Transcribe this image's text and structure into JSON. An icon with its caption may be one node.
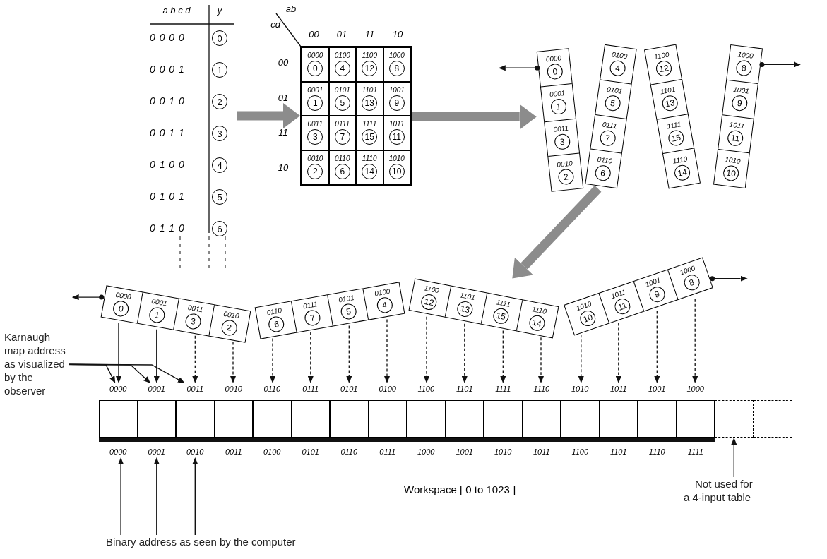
{
  "diagram": {
    "nodes": [
      {
        "text": [],
        "shape": "table"
      },
      {
        "text": [],
        "shape": "box"
      },
      {
        "text": [
          "0000",
          "0"
        ],
        "in": 1
      },
      {
        "text": [
          "0100",
          "4"
        ],
        "in": 1
      },
      {
        "text": [
          "1100",
          "12"
        ],
        "in": 1
      },
      {
        "text": [
          "1000",
          "8"
        ],
        "in": 1
      },
      {
        "text": [
          "0001",
          "1"
        ],
        "in": 1
      },
      {
        "text": [
          "0101",
          "5"
        ],
        "in": 1
      },
      {
        "text": [
          "1101",
          "13"
        ],
        "in": 1
      },
      {
        "text": [
          "1001",
          "9"
        ],
        "in": 1
      },
      {
        "text": [
          "0011",
          "3"
        ],
        "in": 1
      },
      {
        "text": [
          "0111",
          "7"
        ],
        "in": 1
      },
      {
        "text": [
          "1111",
          "15"
        ],
        "in": 1
      },
      {
        "text": [
          "1011",
          "11"
        ],
        "in": 1
      },
      {
        "text": [
          "0010",
          "2"
        ],
        "in": 1
      },
      {
        "text": [
          "0110",
          "6"
        ],
        "in": 1
      },
      {
        "text": [
          "1110",
          "14"
        ],
        "in": 1
      },
      {
        "text": [
          "1010",
          "10"
        ],
        "in": 1
      },
      {
        "text": [],
        "shape": "box"
      },
      {
        "text": [
          "0000",
          "0"
        ],
        "in": 18
      },
      {
        "text": [
          "0001",
          "1"
        ],
        "in": 18
      },
      {
        "text": [
          "0011",
          "3"
        ],
        "in": 18
      },
      {
        "text": [
          "0010",
          "2"
        ],
        "in": 18
      },
      {
        "text": [],
        "shape": "box"
      },
      {
        "text": [
          "0100",
          "4"
        ],
        "in": 23
      },
      {
        "text": [
          "0101",
          "5"
        ],
        "in": 23
      },
      {
        "text": [
          "0111",
          "7"
        ],
        "in": 23
      },
      {
        "text": [
          "0110",
          "6"
        ],
        "in": 23
      },
      {
        "text": [],
        "shape": "box"
      },
      {
        "text": [
          "1100",
          "12"
        ],
        "in": 28
      },
      {
        "text": [
          "1101",
          "13"
        ],
        "in": 28
      },
      {
        "text": [
          "1111",
          "15"
        ],
        "in": 28
      },
      {
        "text": [
          "1110",
          "14"
        ],
        "in": 28
      },
      {
        "text": [],
        "shape": "box"
      },
      {
        "text": [
          "1000",
          "8"
        ],
        "in": 33
      },
      {
        "text": [
          "1001",
          "9"
        ],
        "in": 33
      },
      {
        "text": [
          "1011",
          "11"
        ],
        "in": 33
      },
      {
        "text": [
          "1010",
          "10"
        ],
        "in": 33
      },
      {
        "text": [],
        "shape": "box"
      },
      {
        "text": [
          "0000",
          "0"
        ],
        "in": 38
      },
      {
        "text": [
          "0001",
          "1"
        ],
        "in": 38
      },
      {
        "text": [
          "0011",
          "3"
        ],
        "in": 38
      },
      {
        "text": [
          "0010",
          "2"
        ],
        "in": 38
      },
      {
        "text": [],
        "shape": "box"
      },
      {
        "text": [
          "0110",
          "6"
        ],
        "in": 43
      },
      {
        "text": [
          "0111",
          "7"
        ],
        "in": 43
      },
      {
        "text": [
          "0101",
          "5"
        ],
        "in": 43
      },
      {
        "text": [
          "0100",
          "4"
        ],
        "in": 43
      },
      {
        "text": [],
        "shape": "box"
      },
      {
        "text": [
          "1100",
          "12"
        ],
        "in": 48
      },
      {
        "text": [
          "1101",
          "13"
        ],
        "in": 48
      },
      {
        "text": [
          "1111",
          "15"
        ],
        "in": 48
      },
      {
        "text": [
          "1110",
          "14"
        ],
        "in": 48
      },
      {
        "text": [],
        "shape": "box"
      },
      {
        "text": [
          "1010",
          "10"
        ],
        "in": 53
      },
      {
        "text": [
          "1011",
          "11"
        ],
        "in": 53
      },
      {
        "text": [
          "1001",
          "9"
        ],
        "in": 53
      },
      {
        "text": [
          "1000",
          "8"
        ],
        "in": 53
      },
      {
        "text": [
          "Karnaugh map address as visualized by the observer"
        ]
      },
      {
        "text": [
          "0000"
        ]
      },
      {
        "text": [
          "0001"
        ]
      },
      {
        "text": [
          "0011"
        ]
      },
      {
        "text": [
          "0010"
        ]
      },
      {
        "text": [
          "0110"
        ]
      },
      {
        "text": [
          "0111"
        ]
      },
      {
        "text": [
          "0101"
        ]
      },
      {
        "text": [
          "0100"
        ]
      },
      {
        "text": [
          "1100"
        ]
      },
      {
        "text": [
          "1101"
        ]
      },
      {
        "text": [
          "1111"
        ]
      },
      {
        "text": [
          "1110"
        ]
      },
      {
        "text": [
          "1010"
        ]
      },
      {
        "text": [
          "1011"
        ]
      },
      {
        "text": [
          "1001"
        ]
      },
      {
        "text": [
          "1000"
        ]
      },
      {
        "text": [],
        "shape": "box"
      },
      {
        "text": [],
        "shape": "box"
      },
      {
        "text": [],
        "shape": "box"
      },
      {
        "text": [],
        "shape": "box"
      },
      {
        "text": [],
        "shape": "box"
      },
      {
        "text": [],
        "shape": "box"
      },
      {
        "text": [],
        "shape": "box"
      },
      {
        "text": [],
        "shape": "box"
      },
      {
        "text": [],
        "shape": "box"
      },
      {
        "text": [],
        "shape": "box"
      },
      {
        "text": [],
        "shape": "box"
      },
      {
        "text": [],
        "shape": "box"
      },
      {
        "text": [],
        "shape": "box"
      },
      {
        "text": [],
        "shape": "box"
      },
      {
        "text": [],
        "shape": "box"
      },
      {
        "text": [],
        "shape": "box"
      },
      {
        "text": [],
        "shape": "box"
      },
      {
        "text": [],
        "shape": "box"
      },
      {
        "text": [
          "0000"
        ]
      },
      {
        "text": [
          "0001"
        ]
      },
      {
        "text": [
          "0010"
        ]
      },
      {
        "text": [
          "0011"
        ]
      },
      {
        "text": [
          "0100"
        ]
      },
      {
        "text": [
          "0101"
        ]
      },
      {
        "text": [
          "0110"
        ]
      },
      {
        "text": [
          "0111"
        ]
      },
      {
        "text": [
          "1000"
        ]
      },
      {
        "text": [
          "1001"
        ]
      },
      {
        "text": [
          "1010"
        ]
      },
      {
        "text": [
          "1011"
        ]
      },
      {
        "text": [
          "1100"
        ]
      },
      {
        "text": [
          "1101"
        ]
      },
      {
        "text": [
          "1110"
        ]
      },
      {
        "text": [
          "1111"
        ]
      },
      {
        "text": [
          "Binary address as seen by the computer"
        ]
      },
      {
        "text": [
          "Not used for a 4-input table"
        ]
      }
    ],
    "edges": [
      {
        "from": 0,
        "to": 1,
        "arrow": "to",
        "style": "thick",
        "color": "#8c8c8c"
      },
      {
        "from": 1,
        "to": 18,
        "arrow": "to",
        "style": "thick",
        "color": "#8c8c8c"
      },
      {
        "from": 23,
        "to": 48,
        "arrow": "to",
        "style": "thick",
        "color": "#8c8c8c"
      },
      {
        "from": 19,
        "to": null,
        "arrow": "to"
      },
      {
        "from": 34,
        "to": null,
        "arrow": "to"
      },
      {
        "from": 39,
        "to": null,
        "arrow": "to"
      },
      {
        "from": 57,
        "to": null,
        "arrow": "to"
      },
      {
        "from": 39,
        "to": 59,
        "arrow": "to"
      },
      {
        "from": 40,
        "to": 60,
        "arrow": "to"
      },
      {
        "from": 41,
        "to": 61,
        "arrow": "to",
        "style": "dashed"
      },
      {
        "from": 42,
        "to": 62,
        "arrow": "to",
        "style": "dashed"
      },
      {
        "from": 44,
        "to": 63,
        "arrow": "to",
        "style": "dashed"
      },
      {
        "from": 45,
        "to": 64,
        "arrow": "to",
        "style": "dashed"
      },
      {
        "from": 46,
        "to": 65,
        "arrow": "to",
        "style": "dashed"
      },
      {
        "from": 47,
        "to": 66,
        "arrow": "to",
        "style": "dashed"
      },
      {
        "from": 49,
        "to": 67,
        "arrow": "to",
        "style": "dashed"
      },
      {
        "from": 50,
        "to": 68,
        "arrow": "to",
        "style": "dashed"
      },
      {
        "from": 51,
        "to": 69,
        "arrow": "to",
        "style": "dashed"
      },
      {
        "from": 52,
        "to": 70,
        "arrow": "to",
        "style": "dashed"
      },
      {
        "from": 54,
        "to": 71,
        "arrow": "to",
        "style": "dashed"
      },
      {
        "from": 55,
        "to": 72,
        "arrow": "to",
        "style": "dashed"
      },
      {
        "from": 56,
        "to": 73,
        "arrow": "to",
        "style": "dashed"
      },
      {
        "from": 57,
        "to": 74,
        "arrow": "to",
        "style": "dashed"
      },
      {
        "from": 58,
        "to": 59,
        "arrow": "to"
      },
      {
        "from": 58,
        "to": 60,
        "arrow": "to"
      },
      {
        "from": 58,
        "to": 61,
        "arrow": "to"
      },
      {
        "from": 109,
        "to": 93,
        "arrow": "to"
      },
      {
        "from": 109,
        "to": 94,
        "arrow": "to"
      },
      {
        "from": 109,
        "to": 95,
        "arrow": "to"
      },
      {
        "from": 110,
        "to": 91,
        "arrow": "to"
      }
    ],
    "labels": [
      "a b c d",
      "y",
      "0 0 0 0",
      "0",
      "0 0 0 1",
      "1",
      "0 0 1 0",
      "2",
      "0 0 1 1",
      "3",
      "0 1 0 0",
      "4",
      "0 1 0 1",
      "5",
      "0 1 1 0",
      "6",
      "ab",
      "cd",
      "00",
      "01",
      "11",
      "10",
      "00",
      "01",
      "11",
      "10",
      "Workspace [ 0 to 1023 ]"
    ]
  }
}
